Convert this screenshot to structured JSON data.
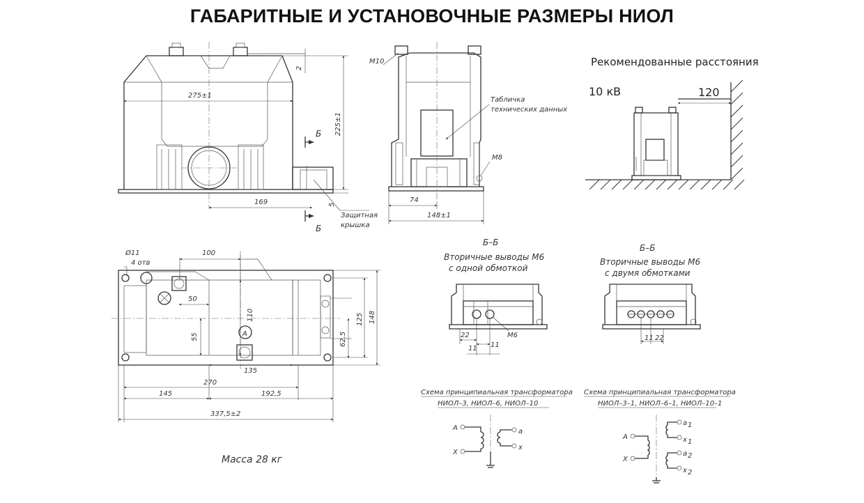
{
  "title": "ГАБАРИТНЫЕ И УСТАНОВОЧНЫЕ РАЗМЕРЫ НИОЛ",
  "front_view": {
    "dims": {
      "width": "275±1",
      "height": "225±1",
      "top_gap": "2",
      "base_offset": "169",
      "foot": "5"
    },
    "section_mark_top": "Б",
    "section_mark_bottom": "Б",
    "cover_label_line1": "Защитная",
    "cover_label_line2": "крышка"
  },
  "side_view": {
    "top_thread": "M10",
    "plate_label_line1": "Табличка",
    "plate_label_line2": "технических данных",
    "ground_thread": "M8",
    "dims": {
      "inner": "74",
      "width": "148±1"
    }
  },
  "recommended": {
    "title": "Рекомендованные расстояния",
    "voltage": "10 кВ",
    "distance": "120"
  },
  "plan_view": {
    "holes_line1": "Ø11",
    "holes_line2": "4 отв",
    "dims": {
      "d100": "100",
      "d50": "50",
      "d110": "110",
      "d55": "55",
      "d135": "135",
      "d270": "270",
      "d145": "145",
      "d1925": "192,5",
      "d3375": "337,5±2",
      "d625": "62,5",
      "d125": "125",
      "d148": "148"
    },
    "mass": "Масса 28 кг"
  },
  "section_single": {
    "title": "Б–Б",
    "line1": "Вторичные выводы М6",
    "line2": "с одной обмоткой",
    "d22": "22",
    "d11a": "11",
    "d11b": "11",
    "thread": "М6"
  },
  "section_double": {
    "title": "Б–Б",
    "line1": "Вторичные выводы М6",
    "line2": "с двумя обмотками",
    "d11": "11",
    "d22": "22"
  },
  "scheme_single": {
    "title": "Схема принципиальная трансформатора",
    "models": "НИОЛ–3, НИОЛ–6, НИОЛ–10",
    "A": "A",
    "X": "X",
    "a": "a",
    "x": "x"
  },
  "scheme_double": {
    "title": "Схема принципиальная трансформатора",
    "models": "НИОЛ–3–1, НИОЛ–6–1, НИОЛ–10–1",
    "A": "A",
    "X": "X",
    "a1": "a",
    "x1": "x",
    "a2": "a",
    "x2": "x",
    "sub1": "1",
    "sub2": "2"
  }
}
